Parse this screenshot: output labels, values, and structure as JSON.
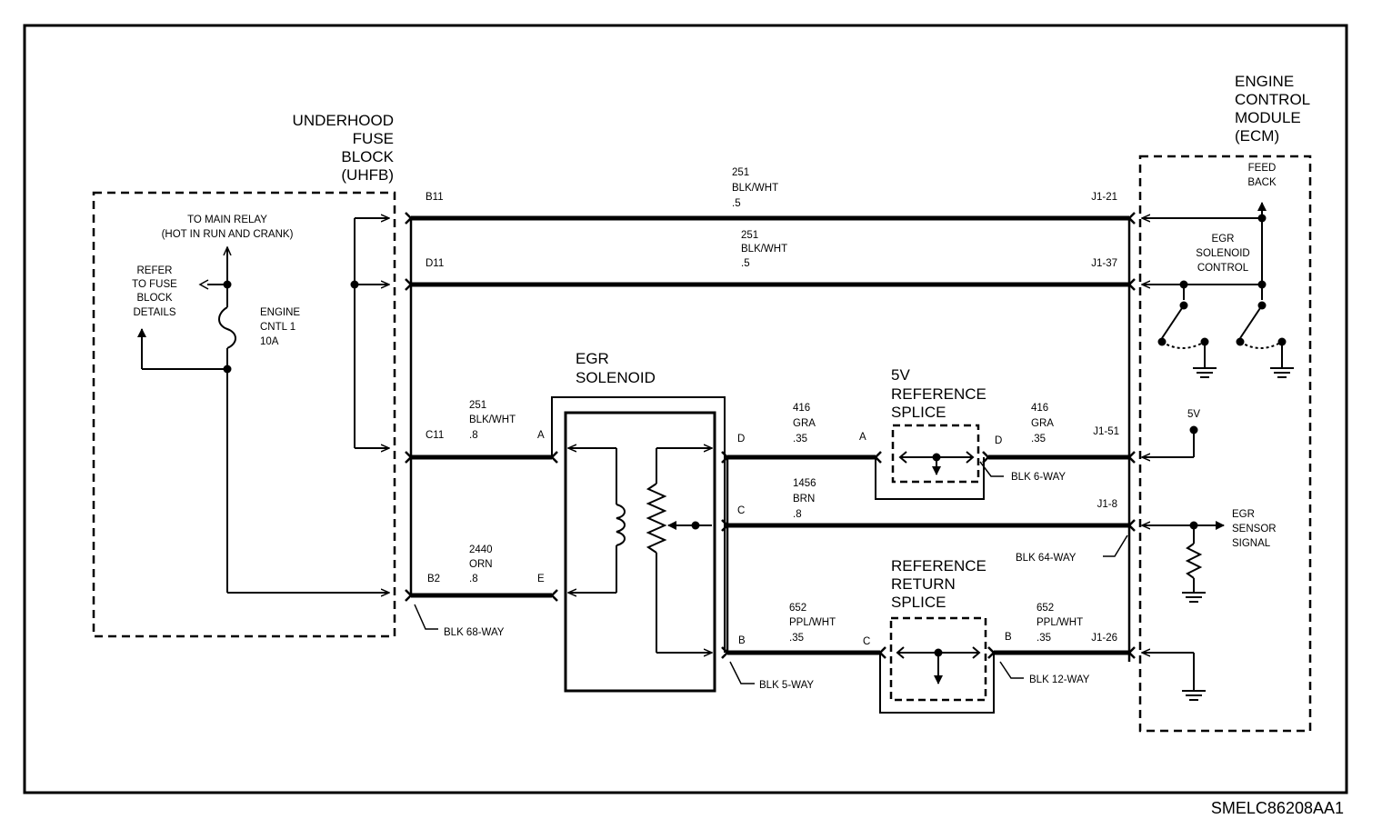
{
  "blocks": {
    "uhfb": [
      "UNDERHOOD",
      "FUSE",
      "BLOCK",
      "(UHFB)"
    ],
    "ecm": [
      "ENGINE",
      "CONTROL",
      "MODULE",
      "(ECM)"
    ],
    "egr_solenoid": [
      "EGR",
      "SOLENOID"
    ],
    "ref_splice": [
      "5V",
      "REFERENCE",
      "SPLICE"
    ],
    "ret_splice": [
      "REFERENCE",
      "RETURN",
      "SPLICE"
    ]
  },
  "fuse": {
    "to_main_relay": [
      "TO MAIN RELAY",
      "(HOT IN RUN AND CRANK)"
    ],
    "refer": [
      "REFER",
      "TO FUSE",
      "BLOCK",
      "DETAILS"
    ],
    "name": [
      "ENGINE",
      "CNTL 1",
      "10A"
    ]
  },
  "wires": [
    {
      "circuit": "251",
      "color": "BLK/WHT",
      "gauge": ".5"
    },
    {
      "circuit": "251",
      "color": "BLK/WHT",
      "gauge": ".5"
    },
    {
      "circuit": "251",
      "color": "BLK/WHT",
      "gauge": ".8"
    },
    {
      "circuit": "2440",
      "color": "ORN",
      "gauge": ".8"
    },
    {
      "circuit": "416",
      "color": "GRA",
      "gauge": ".35"
    },
    {
      "circuit": "416",
      "color": "GRA",
      "gauge": ".35"
    },
    {
      "circuit": "1456",
      "color": "BRN",
      "gauge": ".8"
    },
    {
      "circuit": "652",
      "color": "PPL/WHT",
      "gauge": ".35"
    },
    {
      "circuit": "652",
      "color": "PPL/WHT",
      "gauge": ".35"
    }
  ],
  "pins": {
    "b11": "B11",
    "d11": "D11",
    "c11": "C11",
    "b2": "B2",
    "j1_21": "J1-21",
    "j1_37": "J1-37",
    "j1_51": "J1-51",
    "j1_8": "J1-8",
    "j1_26": "J1-26",
    "sol_a": "A",
    "sol_e": "E",
    "sol_d": "D",
    "sol_c": "C",
    "sol_b": "B",
    "ref_a": "A",
    "ref_d": "D",
    "ret_c": "C",
    "ret_b": "B"
  },
  "connectors": {
    "blk68": "BLK 68-WAY",
    "blk5": "BLK 5-WAY",
    "blk6": "BLK 6-WAY",
    "blk64": "BLK 64-WAY",
    "blk12": "BLK 12-WAY"
  },
  "ecm_labels": {
    "feedback": [
      "FEED",
      "BACK"
    ],
    "egr_control": [
      "EGR",
      "SOLENOID",
      "CONTROL"
    ],
    "five_v": "5V",
    "egr_signal": [
      "EGR",
      "SENSOR",
      "SIGNAL"
    ]
  },
  "figure_id": "SMELC86208AA1"
}
